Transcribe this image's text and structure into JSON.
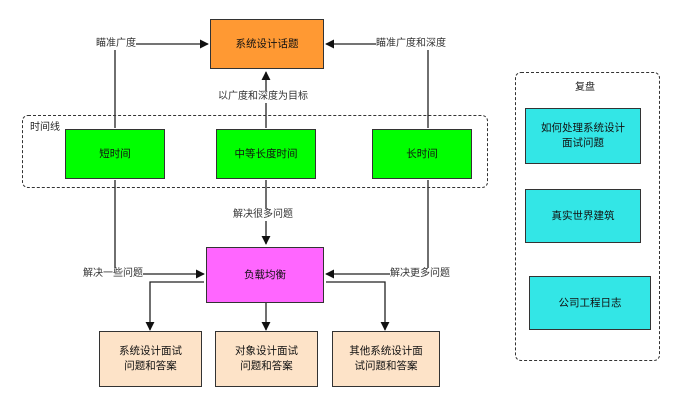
{
  "main": {
    "goal": "系统设计话题",
    "goal_note": "以广度和深度为目标",
    "timeline_label": "时间线",
    "short": "短时间",
    "medium": "中等长度时间",
    "long": "长时间",
    "left_top_label": "瞄准广度",
    "right_top_label": "瞄准广度和深度",
    "solve_many": "解决很多问题",
    "solve_some": "解决一些问题",
    "solve_more": "解决更多问题",
    "balance": "负载均衡",
    "answers1": "系统设计面试问题和答案",
    "answers2": "对象设计面试问题和答案",
    "answers3": "其他系统设计面试问题和答案"
  },
  "review": {
    "title": "复盘",
    "item1": "如何处理系统设计面试问题",
    "item2": "真实世界建筑",
    "item3": "公司工程日志"
  }
}
